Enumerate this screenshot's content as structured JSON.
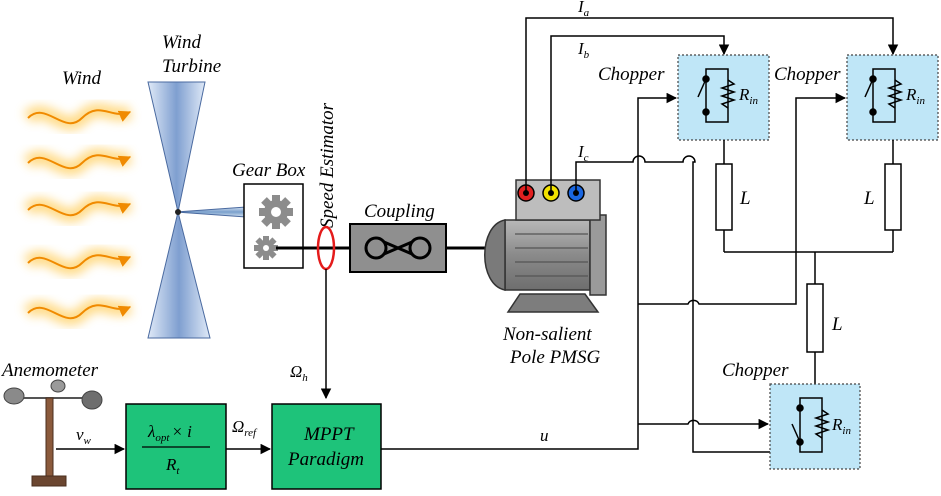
{
  "labels": {
    "wind": "Wind",
    "wind_turbine_1": "Wind",
    "wind_turbine_2": "Turbine",
    "gear_box": "Gear Box",
    "speed_estimator": "Speed Estimator",
    "coupling": "Coupling",
    "pmsg_1": "Non-salient",
    "pmsg_2": "Pole PMSG",
    "anemometer": "Anemometer",
    "chopper_1": "Chopper",
    "chopper_2": "Chopper",
    "chopper_3": "Chopper",
    "mppt_1": "MPPT",
    "mppt_2": "Paradigm",
    "inductor_1": "L",
    "inductor_2": "L",
    "inductor_3": "L"
  },
  "signals": {
    "ia_main": "I",
    "ia_sub": "a",
    "ib_main": "I",
    "ib_sub": "b",
    "ic_main": "I",
    "ic_sub": "c",
    "vw_main": "v",
    "vw_sub": "w",
    "omega_h_main": "Ω",
    "omega_h_sub": "h",
    "omega_ref_main": "Ω",
    "omega_ref_sub": "ref",
    "u": "u",
    "rin_main": "R",
    "rin_sub": "in"
  },
  "formula": {
    "lambda": "λ",
    "opt": "opt",
    "times_i": "× i",
    "r": "R",
    "t": "t"
  },
  "colors": {
    "green_block": "#1ec37a",
    "chopper_fill": "#bfe6f7",
    "wind_arrow": "#f5a623",
    "turbine_blue": "#9bb9e0",
    "phase_a": "#e02020",
    "phase_b": "#f2e200",
    "phase_c": "#1a66e0"
  }
}
